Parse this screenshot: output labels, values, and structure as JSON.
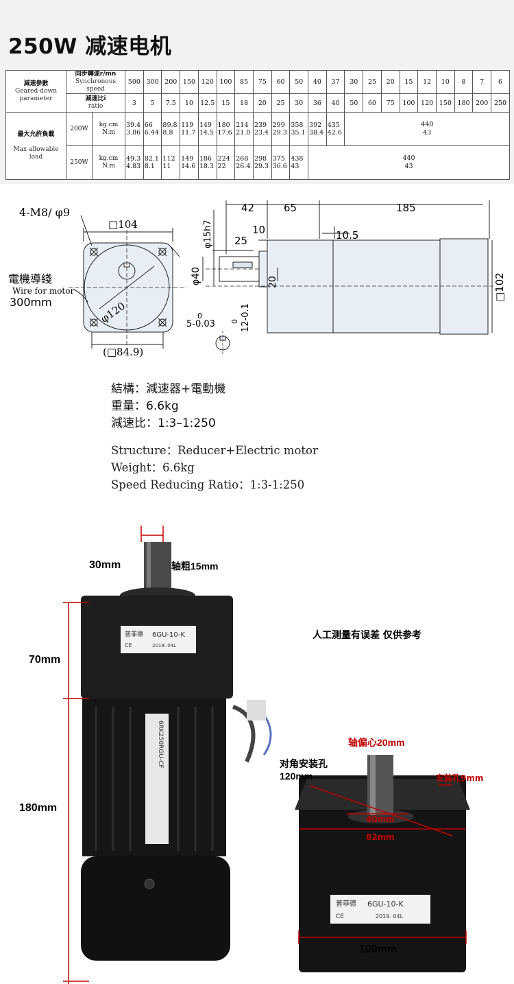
{
  "title": "250W 减速电机",
  "spec_table": {
    "speed_label_cn": "同步轉速r/mn",
    "speed_label_en": "Synchronous speed",
    "ratio_label_cn": "減速比i",
    "ratio_label_en": "ratio",
    "param_label_cn": "減速參數",
    "param_label_en": "Geared-down parameter",
    "load_label_cn": "最大允許負載",
    "load_label_en": "Max allowable load",
    "speeds": [
      "500",
      "300",
      "200",
      "150",
      "120",
      "100",
      "85",
      "75",
      "60",
      "50",
      "40",
      "37",
      "30",
      "25",
      "20",
      "15",
      "12",
      "10",
      "8",
      "7",
      "6"
    ],
    "ratios": [
      "3",
      "5",
      "7.5",
      "10",
      "12.5",
      "15",
      "18",
      "20",
      "25",
      "30",
      "36",
      "40",
      "50",
      "60",
      "75",
      "100",
      "120",
      "150",
      "180",
      "200",
      "250"
    ],
    "rows": [
      {
        "watt": "200W",
        "unit1": "kg.cm",
        "unit2": "N.m",
        "pairs": [
          [
            "39.4",
            "3.86"
          ],
          [
            "66",
            "6.44"
          ],
          [
            "89.8",
            "8.8"
          ],
          [
            "119",
            "11.7"
          ],
          [
            "149",
            "14.5"
          ],
          [
            "180",
            "17.6"
          ],
          [
            "214",
            "21.0"
          ],
          [
            "239",
            "23.4"
          ],
          [
            "299",
            "29.3"
          ],
          [
            "358",
            "35.1"
          ],
          [
            "392",
            "38.4"
          ],
          [
            "435",
            "42.6"
          ]
        ],
        "flat": [
          "440",
          "43"
        ]
      },
      {
        "watt": "250W",
        "unit1": "kg.cm",
        "unit2": "N.m",
        "pairs": [
          [
            "49.3",
            "4.83"
          ],
          [
            "82.1",
            "8.1"
          ],
          [
            "112",
            "11"
          ],
          [
            "149",
            "14.6"
          ],
          [
            "186",
            "18.3"
          ],
          [
            "224",
            "22"
          ],
          [
            "268",
            "26.4"
          ],
          [
            "298",
            "29.3"
          ],
          [
            "375",
            "36.6"
          ],
          [
            "438",
            "43"
          ]
        ],
        "flat": [
          "440",
          "43"
        ]
      }
    ]
  },
  "drawing": {
    "holes": "4-M8/ φ9",
    "square": "□104",
    "wire_cn": "電機導綫",
    "wire_en": "Wire for motor",
    "wire_len": "300mm",
    "circle": "φ120",
    "bottom_square": "(□84.9)",
    "d42": "42",
    "d65": "65",
    "d185": "185",
    "d10": "10",
    "d25": "25",
    "d10_5": "10.5",
    "phi15": "φ15h7",
    "phi40": "φ40",
    "d20": "20",
    "d102": "□102",
    "key_5": "5-0.03",
    "key_5_top": "0",
    "key_12": "12-0.1",
    "key_12_top": "0"
  },
  "info_cn": [
    "結構：減速器+電動機",
    "重量：6.6kg",
    "減速比：1:3–1:250"
  ],
  "info_en": [
    "Structure：Reducer+Electric motor",
    "Weight：6.6kg",
    "Speed Reducing Ratio：1:3-1:250"
  ],
  "photo": {
    "d30": "30mm",
    "shaft_dia": "轴粗15mm",
    "d70": "70mm",
    "d180": "180mm",
    "note": "人工测量有误差  仅供参考",
    "label_brand": "普菲德",
    "label_model": "6GU-10-K",
    "label_date": "2019. 04L",
    "label_ce": "CE",
    "motor_label_text": "6RK250RGU-CF",
    "offset": "轴偏心20mm",
    "diag_cn": "对角安装孔",
    "diag_mm": "120mm",
    "hole9": "安装孔9mm",
    "d40": "40mm",
    "d82": "82mm",
    "d100": "100mm"
  },
  "colors": {
    "accent_red": "#c00000",
    "band": "#f2f2f2",
    "drawing_fill": "#e8eef5"
  }
}
